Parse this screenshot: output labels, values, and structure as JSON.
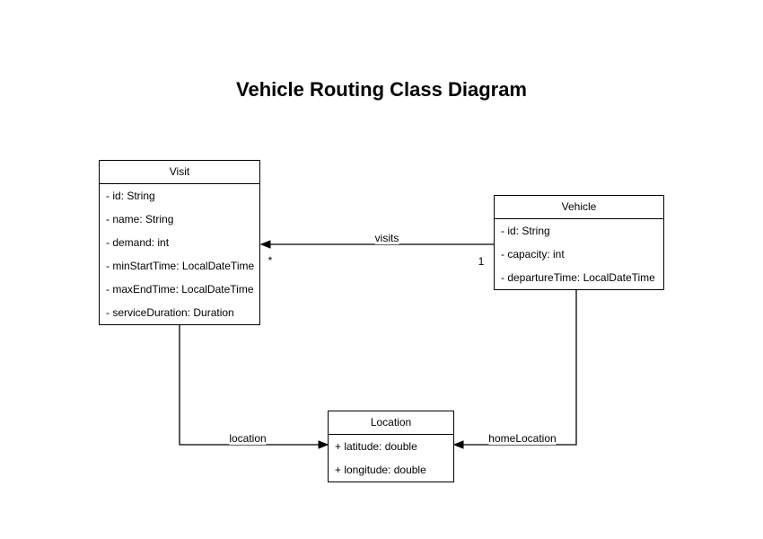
{
  "title": "Vehicle Routing Class Diagram",
  "classes": {
    "visit": {
      "name": "Visit",
      "attributes": [
        "- id: String",
        "- name: String",
        "- demand: int",
        "- minStartTime: LocalDateTime",
        "- maxEndTime: LocalDateTime",
        "- serviceDuration: Duration"
      ]
    },
    "vehicle": {
      "name": "Vehicle",
      "attributes": [
        "- id: String",
        "- capacity: int",
        "- departureTime: LocalDateTime"
      ]
    },
    "location": {
      "name": "Location",
      "attributes": [
        "+ latitude: double",
        "+ longitude: double"
      ]
    }
  },
  "edges": {
    "visits": {
      "label": "visits",
      "source": "Vehicle",
      "target": "Visit",
      "source_multiplicity": "1",
      "target_multiplicity": "*"
    },
    "location": {
      "label": "location",
      "source": "Visit",
      "target": "Location"
    },
    "homeLocation": {
      "label": "homeLocation",
      "source": "Vehicle",
      "target": "Location"
    }
  },
  "colors": {
    "stroke": "#000000",
    "box_fill": "#ffffff",
    "text": "#000000",
    "background": "#ffffff"
  }
}
